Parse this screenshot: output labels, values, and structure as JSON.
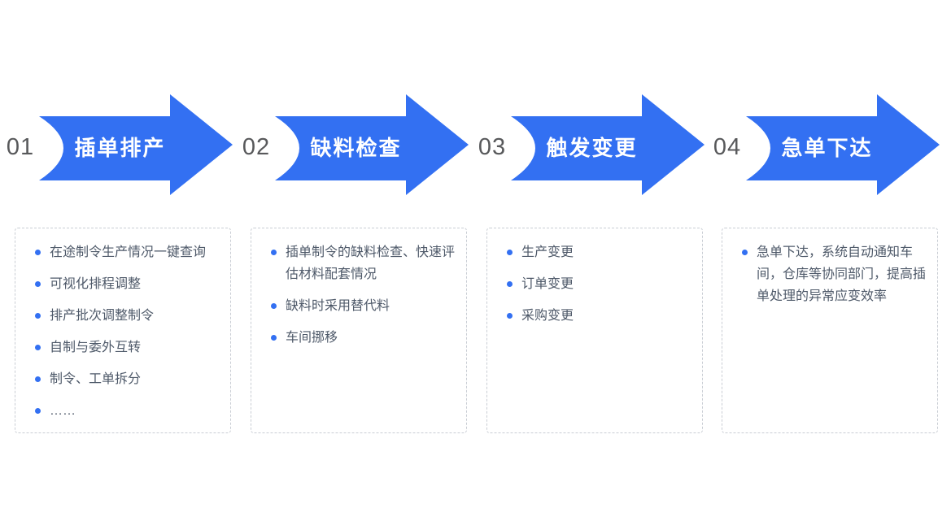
{
  "theme": {
    "accent_blue": "#3370F2",
    "number_color": "#58595B",
    "text_color": "#4E5969",
    "box_border_color": "#C9CDD4",
    "background": "#FFFFFF"
  },
  "steps": [
    {
      "number": "01",
      "title": "插单排产",
      "bullets": [
        "在途制令生产情况一键查询",
        "可视化排程调整",
        "排产批次调整制令",
        "自制与委外互转",
        "制令、工单拆分",
        "……"
      ]
    },
    {
      "number": "02",
      "title": "缺料检查",
      "bullets": [
        "插单制令的缺料检查、快速评估材料配套情况",
        "缺料时采用替代料",
        "车间挪移"
      ]
    },
    {
      "number": "03",
      "title": "触发变更",
      "bullets": [
        "生产变更",
        "订单变更",
        "采购变更"
      ]
    },
    {
      "number": "04",
      "title": "急单下达",
      "bullets": [
        "急单下达，系统自动通知车间，仓库等协同部门，提高插单处理的异常应变效率"
      ]
    }
  ]
}
